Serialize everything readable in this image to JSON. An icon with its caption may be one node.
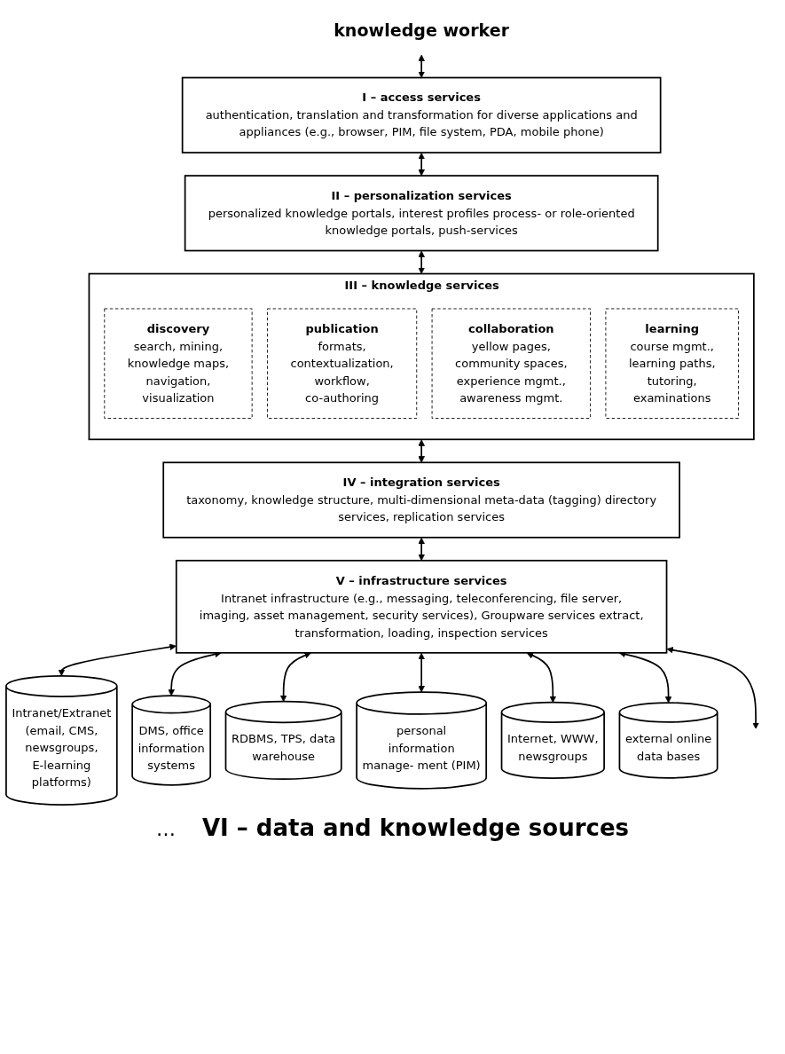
{
  "diagram": {
    "nodes": [
      {
        "text": [
          "knowledge worker"
        ]
      },
      {
        "text": [
          "I – access services",
          "authentication, translation and transformation for diverse applications and appliances (e.g., browser, PIM, file system, PDA, mobile phone)"
        ]
      },
      {
        "text": [
          "II – personalization services",
          "personalized knowledge portals, interest profiles process- or role-oriented knowledge portals, push-services"
        ]
      },
      {
        "text": [
          "III – knowledge services"
        ]
      },
      {
        "text": [
          "discovery",
          "search, mining, knowledge maps, navigation, visualization"
        ],
        "in": 3
      },
      {
        "text": [
          "publication",
          "formats, contextualization, workflow, co-authoring"
        ],
        "in": 3
      },
      {
        "text": [
          "collaboration",
          "yellow pages, community spaces, experience mgmt., awareness mgmt."
        ],
        "in": 3
      },
      {
        "text": [
          "learning",
          "course mgmt., learning paths, tutoring, examinations"
        ],
        "in": 3
      },
      {
        "text": [
          "IV – integration services",
          "taxonomy, knowledge structure, multi-dimensional meta-data (tagging) directory services, replication services"
        ]
      },
      {
        "text": [
          "V – infrastructure services",
          "Intranet infrastructure (e.g., messaging, teleconferencing, file server, imaging, asset management, security services), Groupware services extract, transformation, loading, inspection services"
        ]
      },
      {
        "text": [
          "Intranet/Extranet (email, CMS, newsgroups, E-learning platforms)"
        ]
      },
      {
        "text": [
          "DMS, office information systems"
        ]
      },
      {
        "text": [
          "RDBMS, TPS, data warehouse"
        ]
      },
      {
        "text": [
          "personal information manage- ment (PIM)"
        ]
      },
      {
        "text": [
          "Internet, WWW, newsgroups"
        ]
      },
      {
        "text": [
          "external online data bases"
        ]
      }
    ],
    "edges": [
      {
        "from": 0,
        "to": 1,
        "arrow": "both"
      },
      {
        "from": 1,
        "to": 2,
        "arrow": "both"
      },
      {
        "from": 2,
        "to": 3,
        "arrow": "both"
      },
      {
        "from": 3,
        "to": 8,
        "arrow": "both"
      },
      {
        "from": 8,
        "to": 9,
        "arrow": "both"
      },
      {
        "from": 9,
        "to": 10,
        "arrow": "both"
      },
      {
        "from": 9,
        "to": 11,
        "arrow": "both"
      },
      {
        "from": 9,
        "to": 12,
        "arrow": "both"
      },
      {
        "from": 9,
        "to": 13,
        "arrow": "both"
      },
      {
        "from": 9,
        "to": 14,
        "arrow": "both"
      },
      {
        "from": 9,
        "to": 15,
        "arrow": "both"
      },
      {
        "from": 9,
        "to": null,
        "arrow": "both"
      }
    ],
    "labels": [
      "…",
      "VI – data and knowledge sources"
    ]
  }
}
